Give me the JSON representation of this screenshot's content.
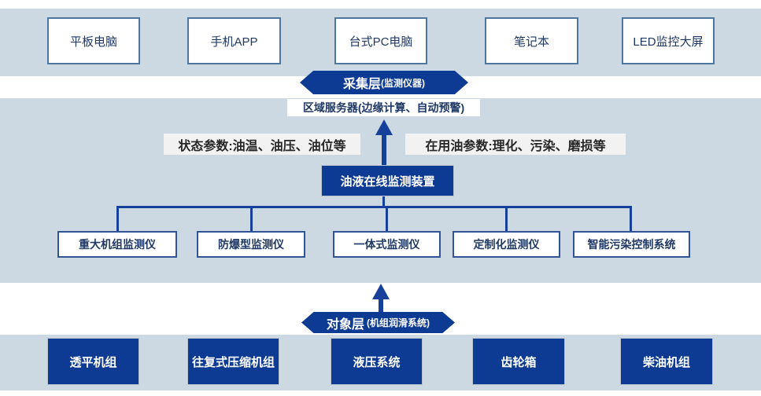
{
  "palette": {
    "band": "#ccd9e3",
    "dark_blue": "#0d3a93",
    "line_blue": "#16409a",
    "light_box_border": "#4d779f",
    "navy_text": "#1f3864"
  },
  "presentation_layer": {
    "devices": [
      "平板电脑",
      "手机APP",
      "台式PC电脑",
      "笔记本",
      "LED监控大屏"
    ]
  },
  "collection_layer": {
    "title": "采集层",
    "subtitle": "(监测仪器)"
  },
  "edge_server": {
    "label": "区域服务器(边缘计算、自动预警)"
  },
  "parameters": {
    "status": "状态参数:油温、油压、油位等",
    "oil": "在用油参数:理化、污染、磨损等"
  },
  "monitoring_device": {
    "label": "油液在线监测装置"
  },
  "monitors": [
    "重大机组监测仪",
    "防爆型监测仪",
    "一体式监测仪",
    "定制化监测仪",
    "智能污染控制系统"
  ],
  "object_layer": {
    "title": "对象层",
    "subtitle": "(机组润滑系统)"
  },
  "equipment": [
    "透平机组",
    "往复式压缩机组",
    "液压系统",
    "齿轮箱",
    "柴油机组"
  ]
}
